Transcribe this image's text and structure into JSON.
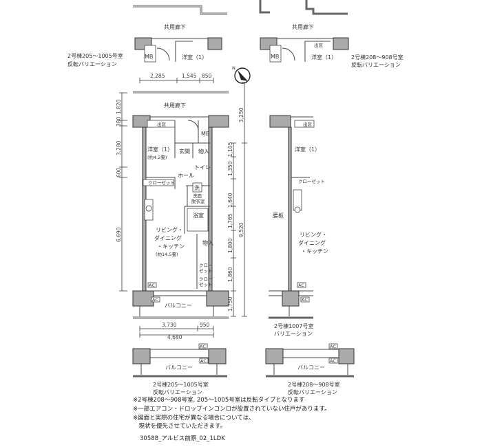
{
  "corridor_label": "共用廊下",
  "top_left_variation": {
    "title": "2号棟205～1005号室",
    "subtitle": "反転バリエーション",
    "mb": "MB",
    "room": "洋室（1）"
  },
  "top_right_variation": {
    "title": "2号棟208～908号室",
    "subtitle": "反転バリエーション",
    "mb": "MB",
    "room": "洋室（1）",
    "bay": "出窓"
  },
  "main_plan": {
    "top_dims": [
      "2,285",
      "1,545",
      "850"
    ],
    "left_dims": [
      "1,820",
      "380",
      "3,280",
      "600",
      "6,690"
    ],
    "right_dims": [
      "3,250",
      "1,105",
      "1,350",
      "1,640",
      "1,765",
      "1,800",
      "1,860",
      "1,750",
      "9,520"
    ],
    "bottom_dims": [
      "3,730",
      "950",
      "4,680"
    ],
    "rooms": {
      "bay_window": "出窓",
      "mb": "MB",
      "western_room": "洋室（1）",
      "western_room_size": "(約4.2畳)",
      "entrance": "玄関",
      "storage1": "物入",
      "toilet": "トイレ",
      "hall": "ホール",
      "closet": "クローゼット",
      "wash": "洗",
      "washroom_1": "洗面",
      "washroom_2": "脱衣室",
      "bath": "浴室",
      "ldk_1": "リビング・",
      "ldk_2": "ダイニング",
      "ldk_3": "・キッチン",
      "ldk_size": "(約14.5畳)",
      "storage2": "物入",
      "closet_s1a": "クロー",
      "closet_s1b": "ゼット",
      "closet_s2a": "クロー",
      "closet_s2b": "ゼット",
      "ac1": "AC",
      "ac2": "AC",
      "balcony": "バルコニー"
    }
  },
  "right_variation": {
    "title": "2号棟1007号室",
    "subtitle": "バリエーション",
    "bay": "出窓",
    "room": "洋室（1）",
    "closet": "クローゼット",
    "panel": "腰板",
    "ldk_1": "リビング・",
    "ldk_2": "ダイニング",
    "ldk_3": "・キッチン",
    "ac1": "AC",
    "ac2": "AC"
  },
  "bottom_left_variation": {
    "title": "2号棟205～1005号室",
    "subtitle": "反転バリエーション",
    "balcony": "バルコニー",
    "ac1": "AC",
    "ac2": "AC"
  },
  "bottom_right_variation": {
    "title": "2号棟208～908号室",
    "subtitle": "反転バリエーション",
    "balcony": "バルコニー",
    "ac1": "AC",
    "ac2": "AC"
  },
  "notes": [
    "※2号棟208～908号室, 205～1005号室は反転タイプとなります",
    "※一部エアコン・ドロップインコンロが設置されていない住戸があります。",
    "※図面と実際の住宅が異なる場合については、",
    "　現状を優先させていただきます。"
  ],
  "plan_code": "30588_アルビス前原_02_1LDK"
}
